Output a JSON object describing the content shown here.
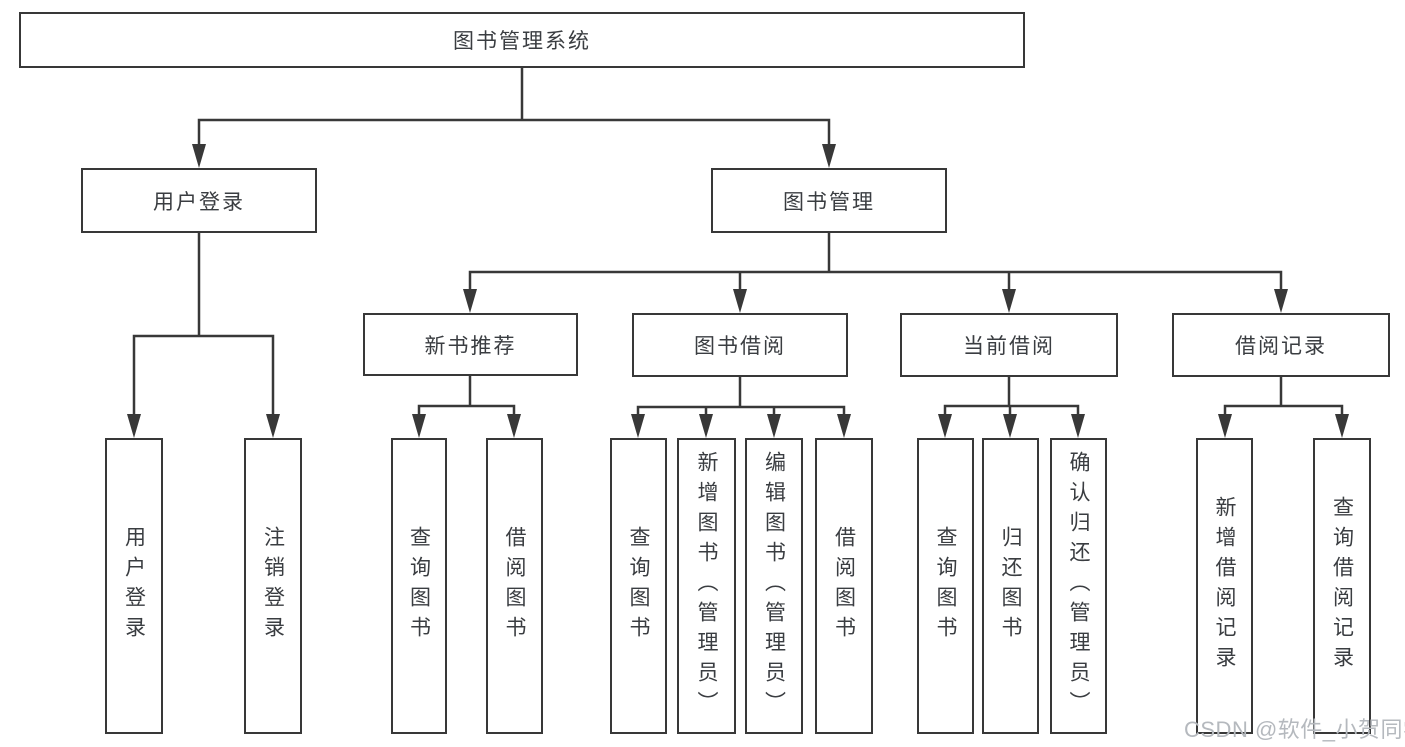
{
  "diagram": {
    "type": "hierarchy-tree",
    "orientation": "top-down"
  },
  "root": {
    "label": "图书管理系统"
  },
  "level2": [
    {
      "label": "用户登录",
      "children": [
        "用户登录",
        "注销登录"
      ]
    },
    {
      "label": "图书管理"
    }
  ],
  "level3": [
    {
      "label": "新书推荐",
      "children": [
        "查询图书",
        "借阅图书"
      ]
    },
    {
      "label": "图书借阅",
      "children": [
        "查询图书",
        "新增图书（管理员）",
        "编辑图书（管理员）",
        "借阅图书"
      ]
    },
    {
      "label": "当前借阅",
      "children": [
        "查询图书",
        "归还图书",
        "确认归还（管理员）"
      ]
    },
    {
      "label": "借阅记录",
      "children": [
        "新增借阅记录",
        "查询借阅记录"
      ]
    }
  ],
  "watermark": "CSDN @软件_小贺同学",
  "colors": {
    "line": "#383838",
    "box_border": "#383838",
    "text": "#3a3d41",
    "watermark_text": "#b5b9be",
    "background": "#ffffff"
  }
}
